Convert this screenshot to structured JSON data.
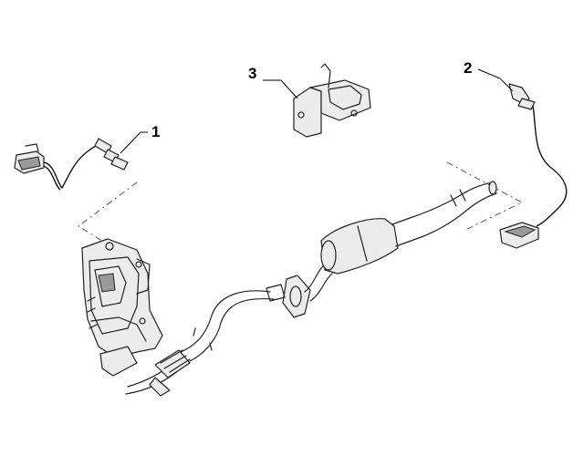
{
  "diagram": {
    "callouts": [
      {
        "number": "1",
        "part_icon": "oxygen-sensor-upstream"
      },
      {
        "number": "2",
        "part_icon": "oxygen-sensor-downstream"
      },
      {
        "number": "3",
        "part_icon": "exhaust-bracket"
      }
    ],
    "components": [
      "exhaust-manifold-catalyst-icon",
      "front-exhaust-pipe-icon",
      "catalytic-converter-icon",
      "flange-gasket-icon"
    ],
    "line_color": "#222222"
  }
}
